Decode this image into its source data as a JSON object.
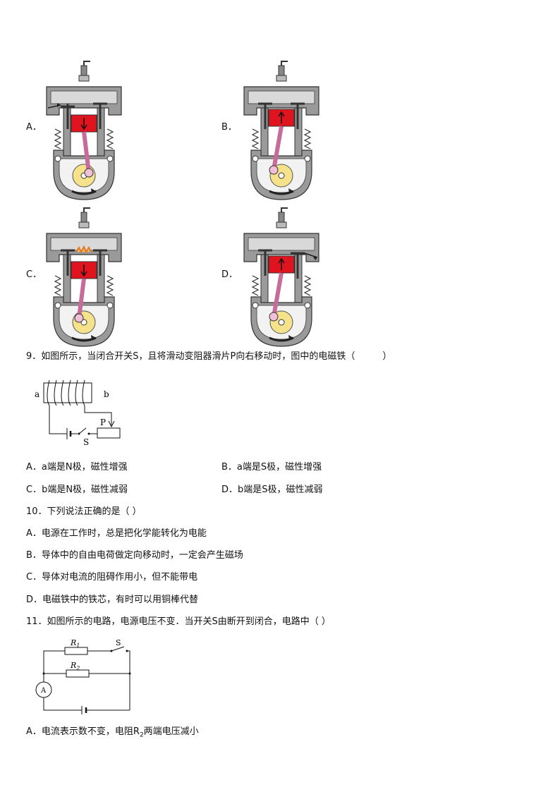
{
  "engine_options": {
    "A": "A．",
    "B": "B．",
    "C": "C．",
    "D": "D．"
  },
  "q9": {
    "stem": "9．如图所示，当闭合开关S，且将滑动变阻器滑片P向右移动时，图中的电磁铁（　　　）",
    "figure": {
      "label_a": "a",
      "label_b": "b",
      "label_p": "P",
      "label_s": "S"
    },
    "options": {
      "A": "A．a端是N极，磁性增强",
      "B": "B．a端是S极，磁性增强",
      "C": "C．b端是N极，磁性减弱",
      "D": "D．b端是S极，磁性减弱"
    }
  },
  "q10": {
    "stem": "10．下列说法正确的是（   ）",
    "options": {
      "A": "A．电源在工作时，总是把化学能转化为电能",
      "B": "B．导体中的自由电荷做定向移动时，一定会产生磁场",
      "C": "C．导体对电流的阻碍作用小，但不能带电",
      "D": "D．电磁铁中的铁芯，有时可以用铜棒代替"
    }
  },
  "q11": {
    "stem": "11．如图所示的电路，电源电压不变．当开关S由断开到闭合，电路中（   ）",
    "figure": {
      "r1": "R",
      "r1_sub": "1",
      "r2": "R",
      "r2_sub": "2",
      "s": "S",
      "ammeter": "A"
    },
    "option_a_prefix": "A．电流表示数不变，电阻R",
    "option_a_sub": "2",
    "option_a_suffix": "两端电压减小"
  }
}
